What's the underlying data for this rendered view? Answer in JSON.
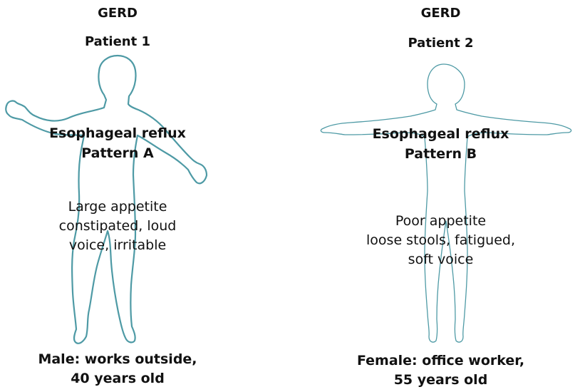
{
  "colors": {
    "outline": "#4e9aa5",
    "text": "#111111",
    "background": "#ffffff"
  },
  "patients": [
    {
      "heading": "GERD",
      "patient_label": "Patient 1",
      "pattern_line1": "Esophageal reflux",
      "pattern_line2": "Pattern A",
      "symptom_lines": [
        "Large appetite",
        "constipated, loud",
        "voice, irritable"
      ],
      "footer_line1": "Male: works outside,",
      "footer_line2": "40 years old"
    },
    {
      "heading": "GERD",
      "patient_label": "Patient 2",
      "pattern_line1": "Esophageal reflux",
      "pattern_line2": "Pattern B",
      "symptom_lines": [
        "Poor appetite",
        "loose stools, fatigued,",
        "soft voice"
      ],
      "footer_line1": "Female: office worker,",
      "footer_line2": "55  years old"
    }
  ]
}
